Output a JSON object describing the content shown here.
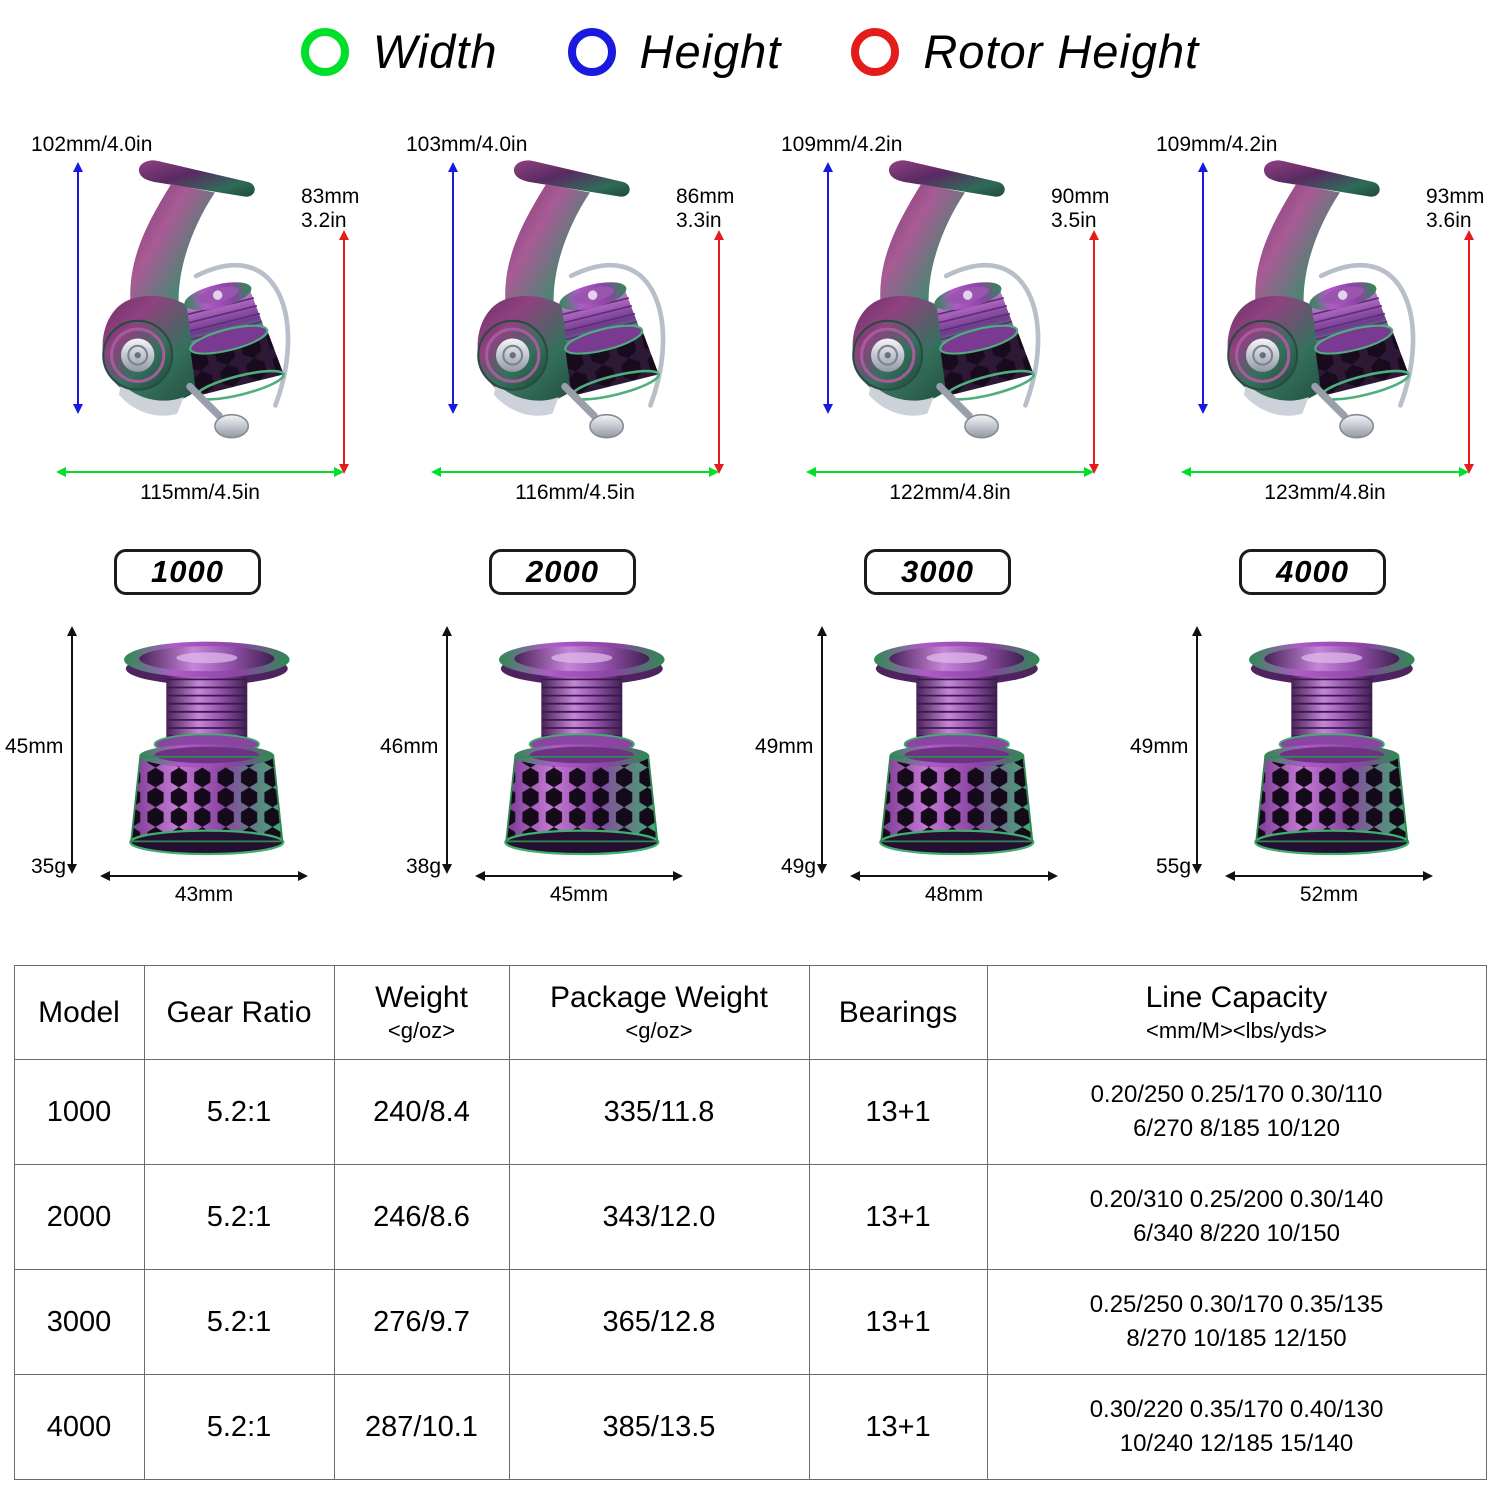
{
  "legend": {
    "items": [
      {
        "label": "Width",
        "color": "#00e02a"
      },
      {
        "label": "Height",
        "color": "#1a1adf"
      },
      {
        "label": "Rotor Height",
        "color": "#e51c1c"
      }
    ]
  },
  "reels": [
    {
      "model": "1000",
      "height": "102mm/4.0in",
      "rotor_mm": "83mm",
      "rotor_in": "3.2in",
      "width": "115mm/4.5in"
    },
    {
      "model": "2000",
      "height": "103mm/4.0in",
      "rotor_mm": "86mm",
      "rotor_in": "3.3in",
      "width": "116mm/4.5in"
    },
    {
      "model": "3000",
      "height": "109mm/4.2in",
      "rotor_mm": "90mm",
      "rotor_in": "3.5in",
      "width": "122mm/4.8in"
    },
    {
      "model": "4000",
      "height": "109mm/4.2in",
      "rotor_mm": "93mm",
      "rotor_in": "3.6in",
      "width": "123mm/4.8in"
    }
  ],
  "spools": [
    {
      "height": "45mm",
      "weight": "35g",
      "width": "43mm"
    },
    {
      "height": "46mm",
      "weight": "38g",
      "width": "45mm"
    },
    {
      "height": "49mm",
      "weight": "49g",
      "width": "48mm"
    },
    {
      "height": "49mm",
      "weight": "55g",
      "width": "52mm"
    }
  ],
  "table": {
    "headers": {
      "model": "Model",
      "gear_ratio": "Gear Ratio",
      "weight": "Weight",
      "weight_sub": "<g/oz>",
      "package_weight": "Package Weight",
      "package_weight_sub": "<g/oz>",
      "bearings": "Bearings",
      "line_capacity": "Line Capacity",
      "line_capacity_sub": "<mm/M><lbs/yds>"
    },
    "rows": [
      {
        "model": "1000",
        "gear_ratio": "5.2:1",
        "weight": "240/8.4",
        "package_weight": "335/11.8",
        "bearings": "13+1",
        "line1": "0.20/250 0.25/170 0.30/110",
        "line2": "6/270 8/185 10/120"
      },
      {
        "model": "2000",
        "gear_ratio": "5.2:1",
        "weight": "246/8.6",
        "package_weight": "343/12.0",
        "bearings": "13+1",
        "line1": "0.20/310 0.25/200 0.30/140",
        "line2": "6/340 8/220 10/150"
      },
      {
        "model": "3000",
        "gear_ratio": "5.2:1",
        "weight": "276/9.7",
        "package_weight": "365/12.8",
        "bearings": "13+1",
        "line1": "0.25/250 0.30/170 0.35/135",
        "line2": "8/270 10/185 12/150"
      },
      {
        "model": "4000",
        "gear_ratio": "5.2:1",
        "weight": "287/10.1",
        "package_weight": "385/13.5",
        "bearings": "13+1",
        "line1": "0.30/220 0.35/170 0.40/130",
        "line2": "10/240 12/185 15/140"
      }
    ]
  }
}
